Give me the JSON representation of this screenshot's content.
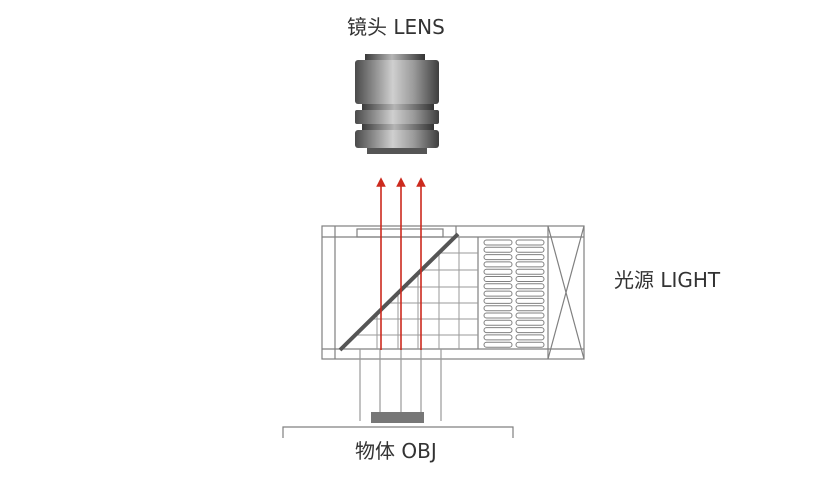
{
  "labels": {
    "lens": "镜头 LENS",
    "light": "光源 LIGHT",
    "object": "物体 OBJ"
  },
  "colors": {
    "ray": "#cc2a1e",
    "outline": "#808080",
    "grid": "#9a9a9a",
    "lens_dark": "#4a4a4a",
    "lens_light": "#c8c8c8",
    "splitter": "#555555"
  }
}
